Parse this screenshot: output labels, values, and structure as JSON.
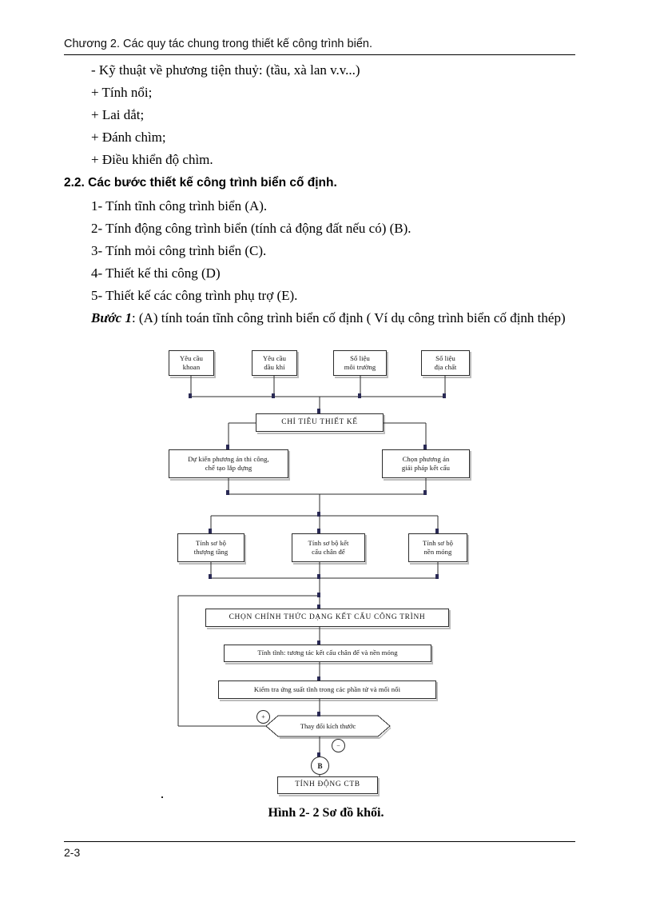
{
  "header": {
    "title": "Chương 2. Các quy tác chung trong thiết kế công trình biển."
  },
  "body": {
    "lines": [
      "- Kỹ thuật về phương tiện thuỷ: (tầu, xà lan v.v...)",
      "+ Tính nổi;",
      "+ Lai dắt;",
      "+ Đánh chìm;",
      "+ Điều khiển độ chìm."
    ],
    "section_heading": "2.2. Các bước thiết kế công trình biển cố định.",
    "steps": [
      "1- Tính tĩnh công trình biển (A).",
      "2- Tính động công trình biển (tính cả động đất nếu có) (B).",
      "3- Tính mỏi công trình biển (C).",
      "4- Thiết kế thi công (D)",
      "5- Thiết kế các công trình phụ trợ (E)."
    ],
    "buoc_label": "Bước 1",
    "buoc_text": ": (A) tính toán tĩnh công trình biển cố định ( Ví dụ công trình biển cố định thép)"
  },
  "figure": {
    "caption": "Hình 2- 2 Sơ đồ khối.",
    "nodes": {
      "inp1": "Yêu cầu\nkhoan",
      "inp1_l1": "Yêu cầu",
      "inp1_l2": "khoan",
      "inp2_l1": "Yêu cầu",
      "inp2_l2": "dầu khí",
      "inp3_l1": "Số liệu",
      "inp3_l2": "môi trường",
      "inp4_l1": "Số liệu",
      "inp4_l2": "địa chất",
      "criteria": "CHỈ TIÊU THIẾT KẾ",
      "plan_l1": "Dự kiến phương án thi công,",
      "plan_l2": "chế tạo lắp dựng",
      "struct_l1": "Chọn phương án",
      "struct_l2": "giải pháp kết cấu",
      "calc1_l1": "Tính sơ bộ",
      "calc1_l2": "thượng tầng",
      "calc2_l1": "Tính sơ bộ kết",
      "calc2_l2": "cấu chân đế",
      "calc3_l1": "Tính sơ bộ",
      "calc3_l2": "nền móng",
      "choose": "CHỌN CHÍNH THỨC DẠNG KẾT CẤU CÔNG TRÌNH",
      "static": "Tính tĩnh: tương tác kết cấu chân đế và nền móng",
      "check": "Kiểm tra ứng suất tĩnh trong các phần tử và mối nối",
      "decision": "Thay đổi kích thước",
      "plus": "+",
      "minus": "−",
      "b_node": "B",
      "dynamic": "TÍNH ĐỘNG CTB"
    }
  },
  "footer": {
    "page_number": "2-3"
  },
  "colors": {
    "ink": "#000000",
    "line": "#2b2b2b",
    "arrow": "#2a2a55",
    "shadow": "#b9b9b9"
  }
}
